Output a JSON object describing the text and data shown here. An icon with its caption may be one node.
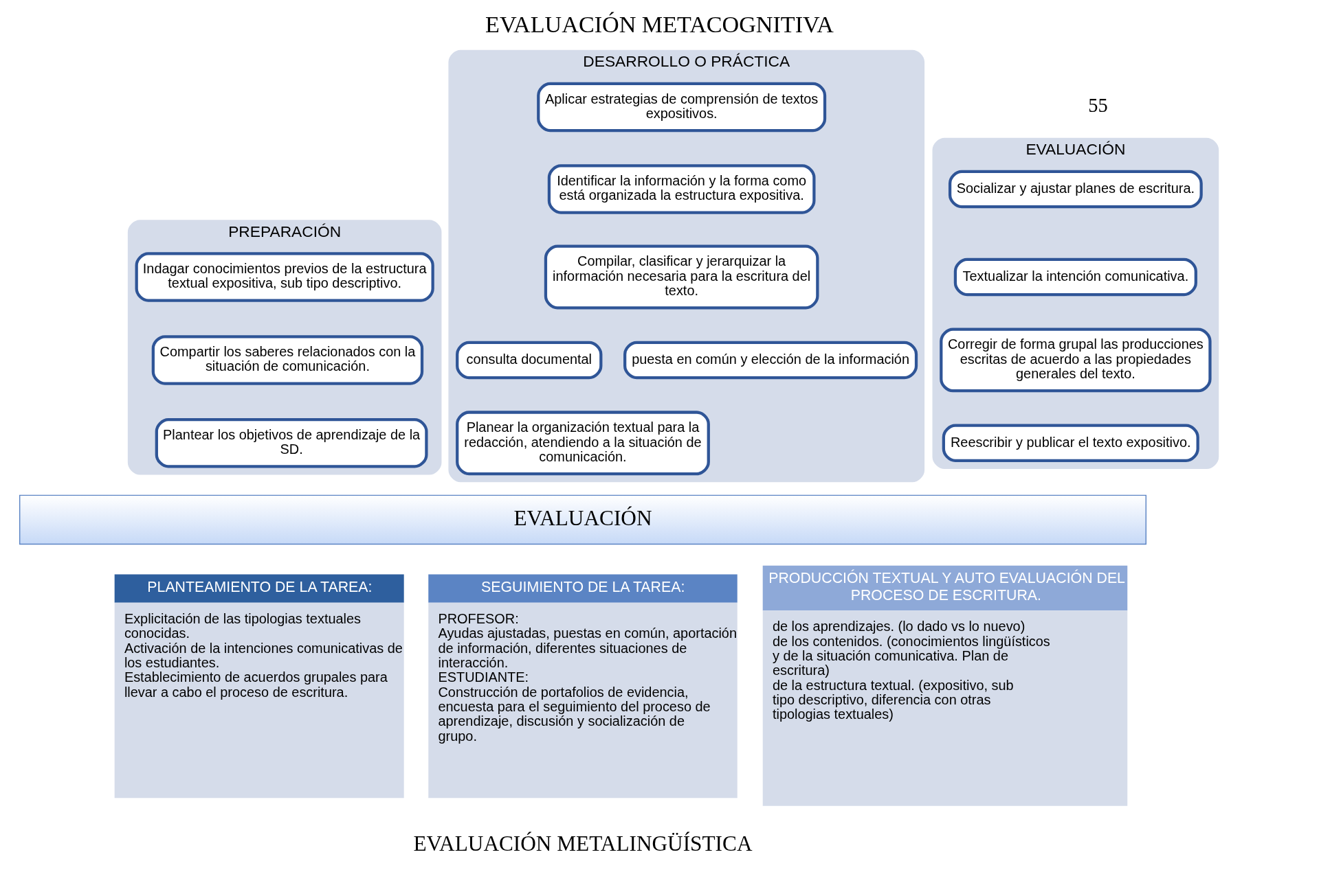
{
  "diagram": {
    "title": "EVALUACIÓN METACOGNITIVA",
    "caption": "EVALUACIÓN METALINGÜÍSTICA",
    "nodes": [
      {
        "text": [
          "PREPARACIÓN"
        ]
      },
      {
        "text": [
          "Indagar conocimientos previos de la estructura textual expositiva, sub tipo descriptivo."
        ],
        "in": 0
      },
      {
        "text": [
          "Compartir los saberes relacionados con la situación de comunicación."
        ],
        "in": 0
      },
      {
        "text": [
          "Plantear los objetivos de aprendizaje de la SD."
        ],
        "in": 0
      },
      {
        "text": [
          "DESARROLLO O PRÁCTICA"
        ]
      },
      {
        "text": [
          "Aplicar estrategias de comprensión de textos expositivos."
        ],
        "in": 4
      },
      {
        "text": [
          "Identificar la información y la forma como está organizada la estructura expositiva."
        ],
        "in": 4
      },
      {
        "text": [
          "Compilar, clasificar y jerarquizar la información necesaria para la escritura del texto."
        ],
        "in": 4
      },
      {
        "text": [
          "consulta documental"
        ],
        "in": 4
      },
      {
        "text": [
          "puesta en común y elección de la información"
        ],
        "in": 4
      },
      {
        "text": [
          "Planear la organización textual para la redacción, atendiendo a la situación de comunicación."
        ],
        "in": 4
      },
      {
        "text": [
          "EVALUACIÓN"
        ]
      },
      {
        "text": [
          "Socializar y ajustar planes de escritura."
        ],
        "in": 11
      },
      {
        "text": [
          "Textualizar la intención comunicativa."
        ],
        "in": 11
      },
      {
        "text": [
          "Corregir de forma grupal las producciones escritas de acuerdo a las propiedades generales del texto."
        ],
        "in": 11
      },
      {
        "text": [
          "Reescribir y publicar el texto expositivo."
        ],
        "in": 11
      },
      {
        "text": [
          "EVALUACIÓN"
        ]
      },
      {
        "text": [
          "PLANTEAMIENTO DE LA TAREA:",
          "Explicitación de las tipologias textuales conocidas.",
          "Activación de la intenciones comunicativas de los estudiantes.",
          "Establecimiento de acuerdos grupales para llevar a cabo el proceso de escritura."
        ]
      },
      {
        "text": [
          "SEGUIMIENTO DE LA TAREA:",
          "PROFESOR:",
          "Ayudas ajustadas, puestas en común, aportación de información, diferentes situaciones de interacción.",
          "ESTUDIANTE:",
          "Construcción de portafolios de evidencia, encuesta para el seguimiento del proceso de aprendizaje, discusión y socialización de grupo."
        ]
      },
      {
        "text": [
          "PRODUCCIÓN TEXTUAL Y AUTO EVALUACIÓN DEL PROCESO DE ESCRITURA.",
          "de los aprendizajes. (lo dado vs lo nuevo)",
          "de los contenidos. (conocimientos lingüísticos y de la situación comunicativa. Plan de escritura)",
          "de la estructura textual. (expositivo, sub tipo descriptivo, diferencia con otras tipologias textuales)"
        ]
      }
    ],
    "labels": [
      "55"
    ]
  }
}
